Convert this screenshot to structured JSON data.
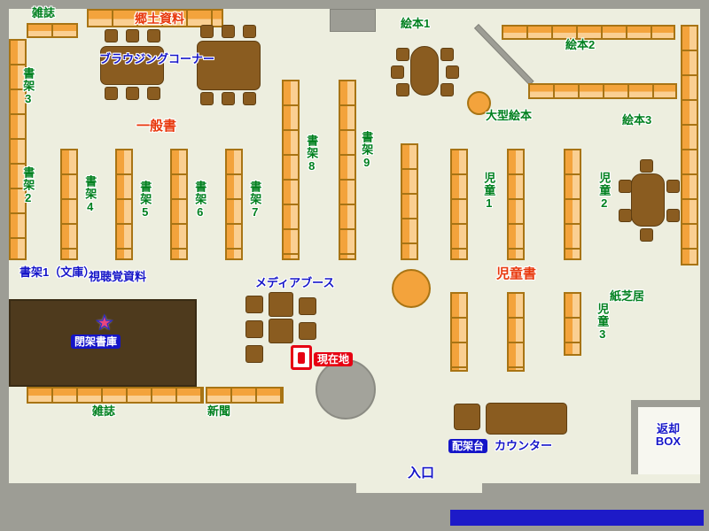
{
  "colors": {
    "floor": "#edeedf",
    "wall": "#9d9d95",
    "shelf_orange": "#f3a33c",
    "shelf_light": "#facf92",
    "table_brown": "#8a5c20",
    "closed_stacks_brown": "#4e3a1d",
    "label_green": "#00801f",
    "label_red": "#e8380d",
    "label_blue": "#1515c8",
    "current_red": "#e60012"
  },
  "icons": {
    "star": "★"
  },
  "labels": {
    "magazines_top": "雑誌",
    "local_materials": "郷土資料",
    "browsing_corner": "ブラウジングコーナー",
    "general_books": "一般書",
    "shelf1_bunko": "書架1（文庫）",
    "shelf2": "書架2",
    "shelf3": "書架3",
    "shelf4": "書架4",
    "shelf5": "書架5",
    "shelf6": "書架6",
    "shelf7": "書架7",
    "shelf8": "書架8",
    "shelf9": "書架9",
    "ehon1": "絵本1",
    "ehon2": "絵本2",
    "ehon3": "絵本3",
    "large_ehon": "大型絵本",
    "jido1": "児童1",
    "jido2": "児童2",
    "jido3": "児童3",
    "jido_books": "児童書",
    "kamishibai": "紙芝居",
    "av_materials": "視聴覚資料",
    "media_booth": "メディアブース",
    "closed_stacks": "閉架書庫",
    "current_location": "現在地",
    "magazines_bottom": "雑誌",
    "newspapers": "新聞",
    "haika_dai": "配架台",
    "counter": "カウンター",
    "return_box_line1": "返却",
    "return_box_line2": "BOX",
    "entrance": "入口"
  }
}
